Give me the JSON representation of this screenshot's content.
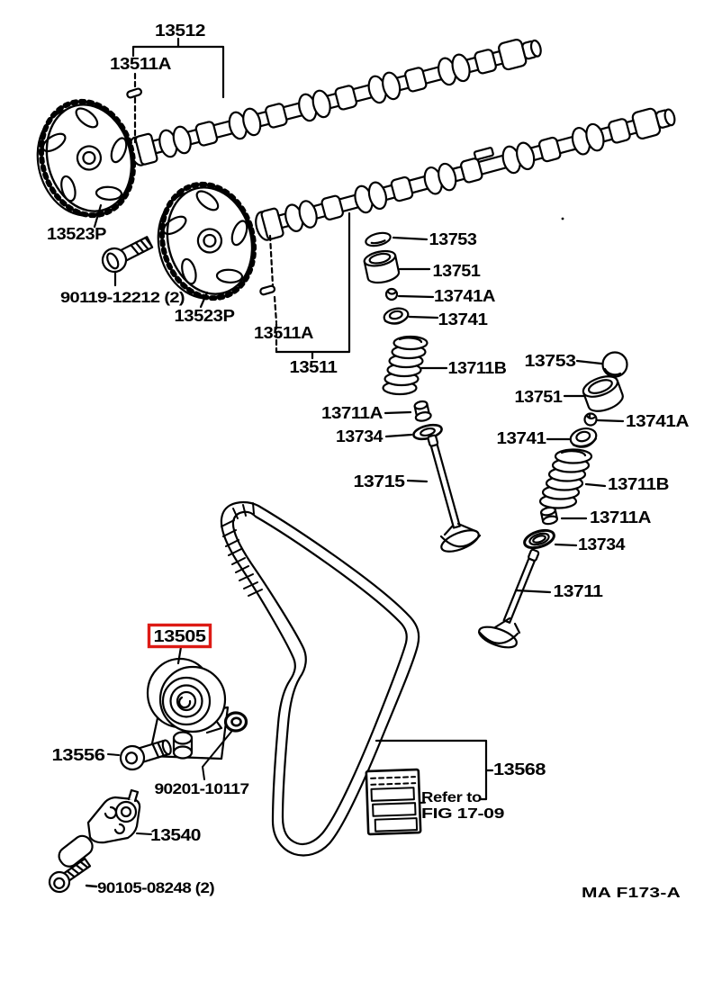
{
  "figure": {
    "code": "MA F173-A"
  },
  "highlight": {
    "part_number": "13505",
    "color": "#dd1b15"
  },
  "note": {
    "line1": "Refer to",
    "line2": "FIG 17-09"
  },
  "callouts": [
    {
      "id": "camshaft-no1",
      "text": "13512"
    },
    {
      "id": "key-top",
      "text": "13511A"
    },
    {
      "id": "cam-pulley-left",
      "text": "13523P"
    },
    {
      "id": "pulley-bolt",
      "text": "90119-12212 (2)"
    },
    {
      "id": "cam-pulley-right",
      "text": "13523P"
    },
    {
      "id": "key-lower",
      "text": "13511A"
    },
    {
      "id": "camshaft-no2",
      "text": "13511"
    },
    {
      "id": "shim-left",
      "text": "13753"
    },
    {
      "id": "lifter-left",
      "text": "13751"
    },
    {
      "id": "keeper-left",
      "text": "13741A"
    },
    {
      "id": "retainer-left",
      "text": "13741"
    },
    {
      "id": "spring-left",
      "text": "13711B"
    },
    {
      "id": "seal-left",
      "text": "13711A"
    },
    {
      "id": "seat-left",
      "text": "13734"
    },
    {
      "id": "valve-intake",
      "text": "13715"
    },
    {
      "id": "shim-right",
      "text": "13753"
    },
    {
      "id": "lifter-right",
      "text": "13751"
    },
    {
      "id": "keeper-right",
      "text": "13741A"
    },
    {
      "id": "retainer-right",
      "text": "13741"
    },
    {
      "id": "spring-right",
      "text": "13711B"
    },
    {
      "id": "seal-right",
      "text": "13711A"
    },
    {
      "id": "seat-right",
      "text": "13734"
    },
    {
      "id": "valve-exhaust",
      "text": "13711"
    },
    {
      "id": "tensioner",
      "text": "13505"
    },
    {
      "id": "tensioner-bolt",
      "text": "13556"
    },
    {
      "id": "tensioner-washer",
      "text": "90201-10117"
    },
    {
      "id": "belt-guide",
      "text": "13540"
    },
    {
      "id": "guide-bolt",
      "text": "90105-08248 (2)"
    },
    {
      "id": "timing-belt",
      "text": "13568"
    }
  ]
}
